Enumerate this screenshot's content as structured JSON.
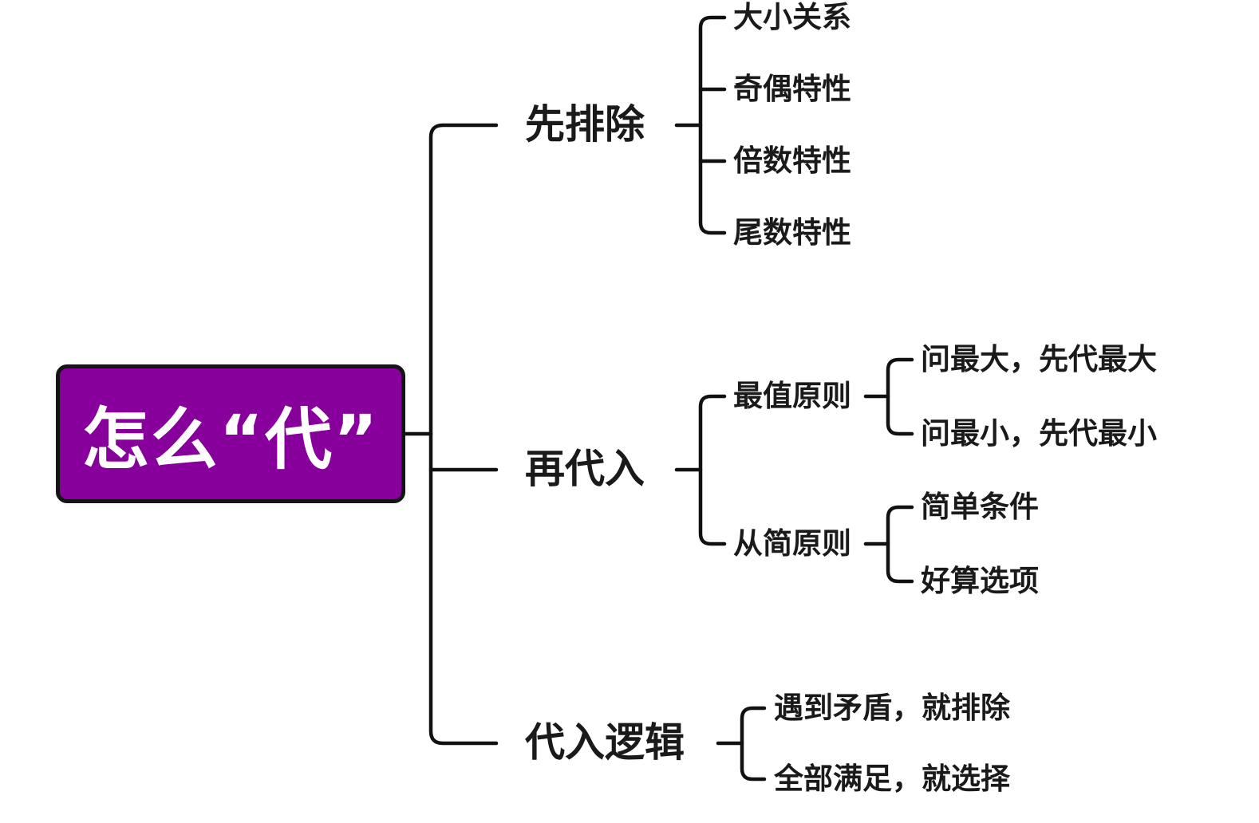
{
  "colors": {
    "root_fill": "#87009b",
    "line": "#111111",
    "text": "#1a1a1a"
  },
  "mindmap": {
    "root": "怎么“代”",
    "branches": [
      {
        "label": "先排除",
        "children": [
          {
            "label": "大小关系"
          },
          {
            "label": "奇偶特性"
          },
          {
            "label": "倍数特性"
          },
          {
            "label": "尾数特性"
          }
        ]
      },
      {
        "label": "再代入",
        "children": [
          {
            "label": "最值原则",
            "children": [
              {
                "label": "问最大，先代最大"
              },
              {
                "label": "问最小，先代最小"
              }
            ]
          },
          {
            "label": "从简原则",
            "children": [
              {
                "label": "简单条件"
              },
              {
                "label": "好算选项"
              }
            ]
          }
        ]
      },
      {
        "label": "代入逻辑",
        "children": [
          {
            "label": "遇到矛盾，就排除"
          },
          {
            "label": "全部满足，就选择"
          }
        ]
      }
    ]
  }
}
